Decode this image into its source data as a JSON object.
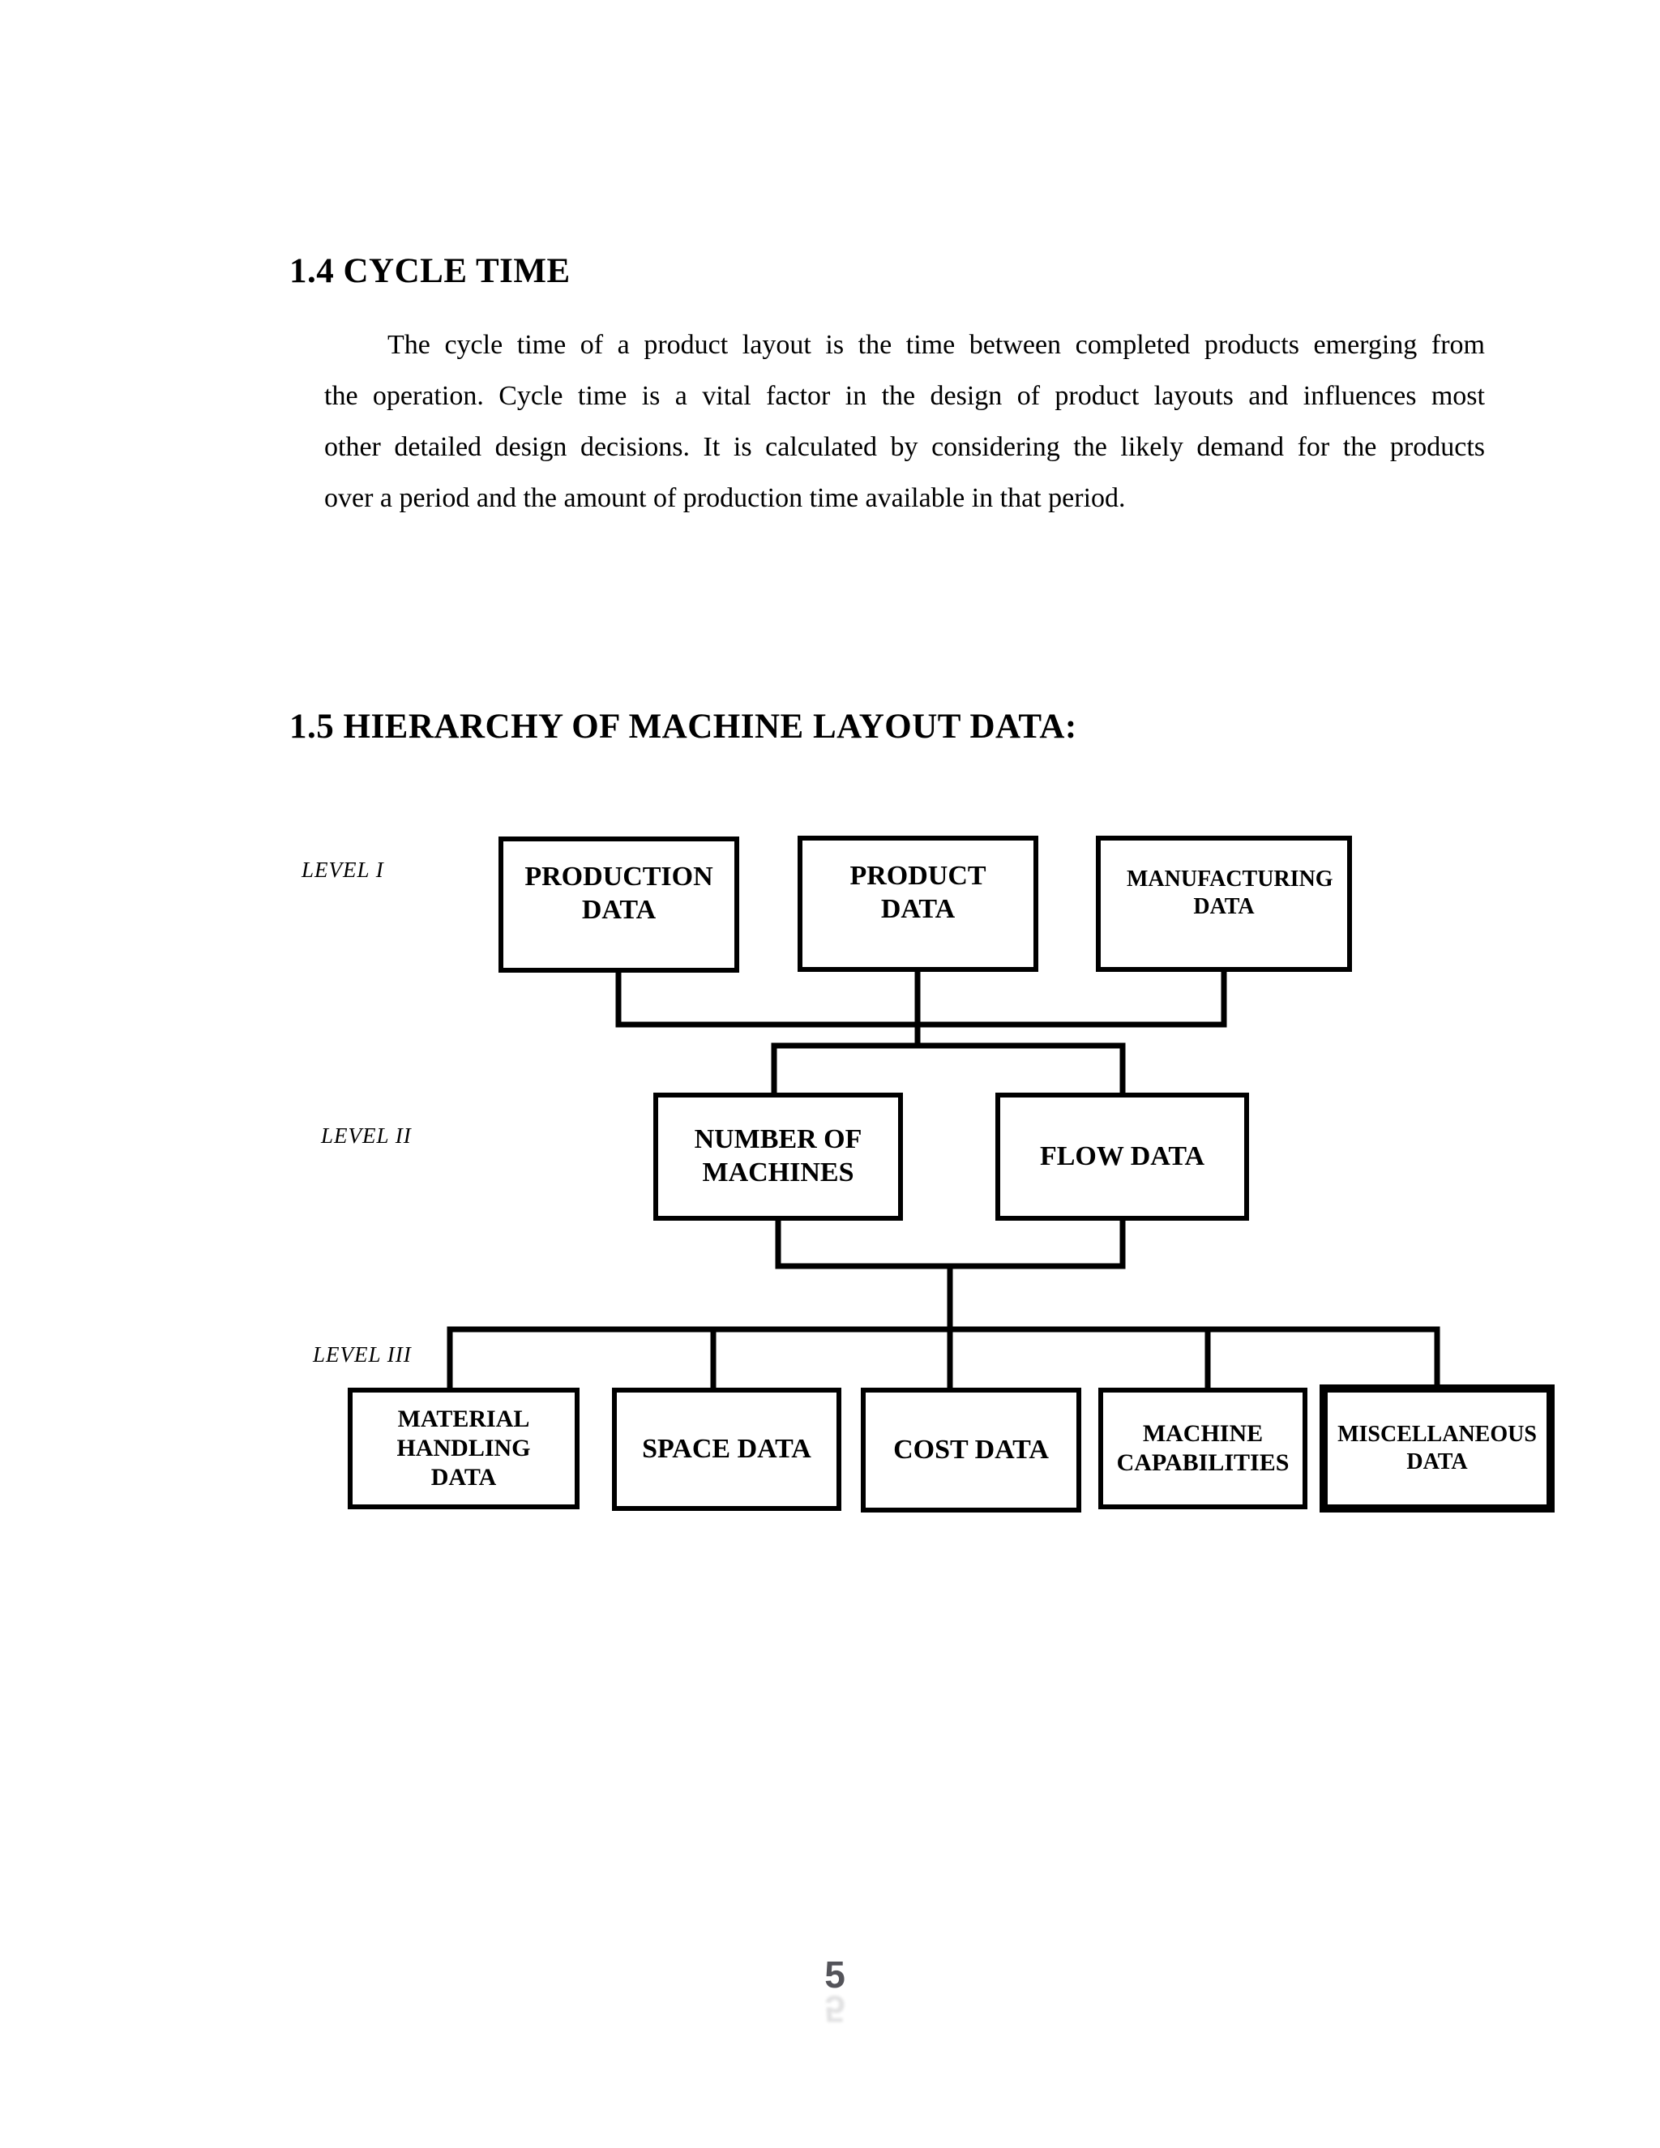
{
  "cycle_time": {
    "heading": "1.4 CYCLE TIME",
    "paragraph_lines": [
      "The cycle time of a product layout is the time between completed products emerging from",
      "the operation. Cycle time is a vital factor in the design of product layouts and influences most",
      "other detailed design decisions.  It is calculated by considering the likely demand for the products",
      "over a period and the amount of production time available in that period."
    ]
  },
  "hierarchy": {
    "heading": "1.5 HIERARCHY OF MACHINE LAYOUT DATA:",
    "levels": [
      {
        "label": "LEVEL I",
        "nodes": [
          "PRODUCTION DATA",
          "PRODUCT DATA",
          "MANUFACTURING DATA"
        ]
      },
      {
        "label": "LEVEL II",
        "nodes": [
          "NUMBER OF MACHINES",
          "FLOW DATA"
        ]
      },
      {
        "label": "LEVEL III",
        "nodes": [
          "MATERIAL HANDLING DATA",
          "SPACE DATA",
          "COST DATA",
          "MACHINE CAPABILITIES",
          "MISCELLANEOUS DATA"
        ]
      }
    ]
  },
  "footer": {
    "page_number": "5"
  },
  "colors": {
    "ink": "#000000",
    "page": "#ffffff",
    "page_number_gray": "#54545a"
  }
}
